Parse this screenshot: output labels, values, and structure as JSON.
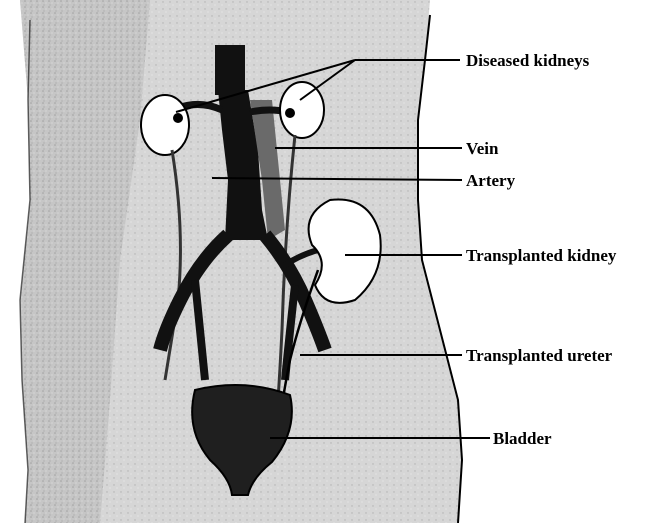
{
  "labels": {
    "diseased_kidneys": "Diseased kidneys",
    "vein": "Vein",
    "artery": "Artery",
    "transplanted_kidney": "Transplanted kidney",
    "transplanted_ureter": "Transplanted ureter",
    "bladder": "Bladder"
  },
  "colors": {
    "body_shading": "#bdbdbd",
    "vessels": "#1a1a1a",
    "organ_outline": "#000000",
    "kidney_fill": "#ffffff",
    "bladder": "#222222"
  }
}
